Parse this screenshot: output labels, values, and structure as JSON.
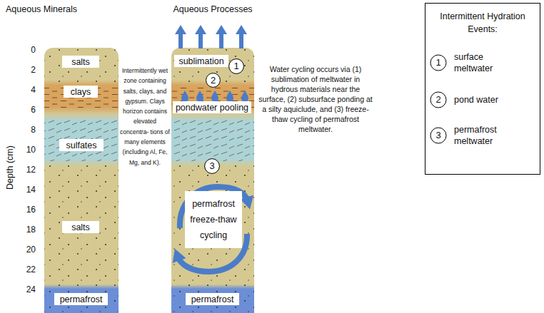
{
  "diagram": {
    "nodes": [
      {
        "text": [
          "salts"
        ]
      },
      {
        "text": [
          "clays"
        ]
      },
      {
        "text": [
          "sulfates"
        ]
      },
      {
        "text": [
          "salts"
        ]
      },
      {
        "text": [
          "permafrost"
        ]
      },
      {
        "text": [
          "sublimation"
        ]
      },
      {
        "text": [
          "1"
        ]
      },
      {
        "text": [
          "2"
        ]
      },
      {
        "text": [
          "pondwater pooling"
        ]
      },
      {
        "text": [
          "3"
        ]
      },
      {
        "text": [
          "permafrost freeze-thaw cycling"
        ]
      },
      {
        "text": [
          "permafrost"
        ]
      }
    ],
    "labels": [
      "Aqueous Minerals",
      "Aqueous Processes",
      "Depth (cm)",
      "0",
      "2",
      "4",
      "6",
      "8",
      "10",
      "12",
      "14",
      "16",
      "18",
      "20",
      "22",
      "24",
      "Intermittently wet zone containing salts, clays, and gypsum. Clays horizon contains elevated concentra- tions of many elements (including Al, Fe, Mg, and K).",
      "Water cycling occurs via (1) sublimation of meltwater in hydrous materials near the surface, (2) subsurface ponding at a silty aquiclude, and (3) freeze-thaw cycling of permafrost meltwater.",
      "Intermittent Hydration Events:",
      "1",
      "2",
      "3"
    ],
    "legend": [
      {
        "text": "surface meltwater"
      },
      {
        "text": "pond water"
      },
      {
        "text": "permafrost meltwater"
      }
    ]
  }
}
